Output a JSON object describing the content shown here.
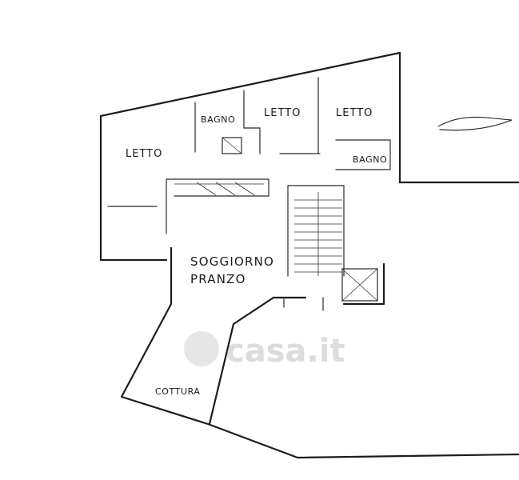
{
  "rooms": {
    "letto_left": "LETTO",
    "bagno_top": "BAGNO",
    "letto_middle": "LETTO",
    "letto_right": "LETTO",
    "bagno_right": "BAGNO",
    "soggiorno": "SOGGIORNO",
    "pranzo": "PRANZO",
    "cottura": "COTTURA"
  },
  "watermark": {
    "text": "casa.it"
  }
}
